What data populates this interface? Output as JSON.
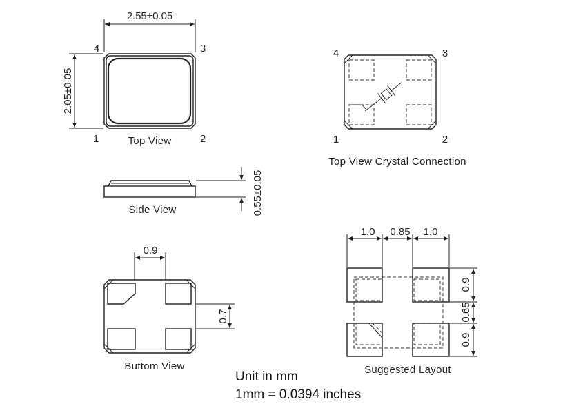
{
  "top_view": {
    "caption": "Top View",
    "width_dim": "2.55±0.05",
    "height_dim": "2.05±0.05",
    "pins": {
      "p1": "1",
      "p2": "2",
      "p3": "3",
      "p4": "4"
    }
  },
  "crystal_view": {
    "caption": "Top View Crystal Connection",
    "pins": {
      "p1": "1",
      "p2": "2",
      "p3": "3",
      "p4": "4"
    }
  },
  "side_view": {
    "caption": "Side View",
    "thickness_dim": "0.55±0.05"
  },
  "bottom_view": {
    "caption": "Buttom View",
    "pad_width_dim": "0.9",
    "pad_height_dim": "0.7"
  },
  "layout_view": {
    "caption": "Suggested Layout",
    "dim_left": "1.0",
    "dim_gap": "0.85",
    "dim_right": "1.0",
    "dim_top": "0.9",
    "dim_mid": "0.65",
    "dim_bottom": "0.9"
  },
  "notes": {
    "unit": "Unit in mm",
    "conversion": "1mm = 0.0394 inches"
  }
}
